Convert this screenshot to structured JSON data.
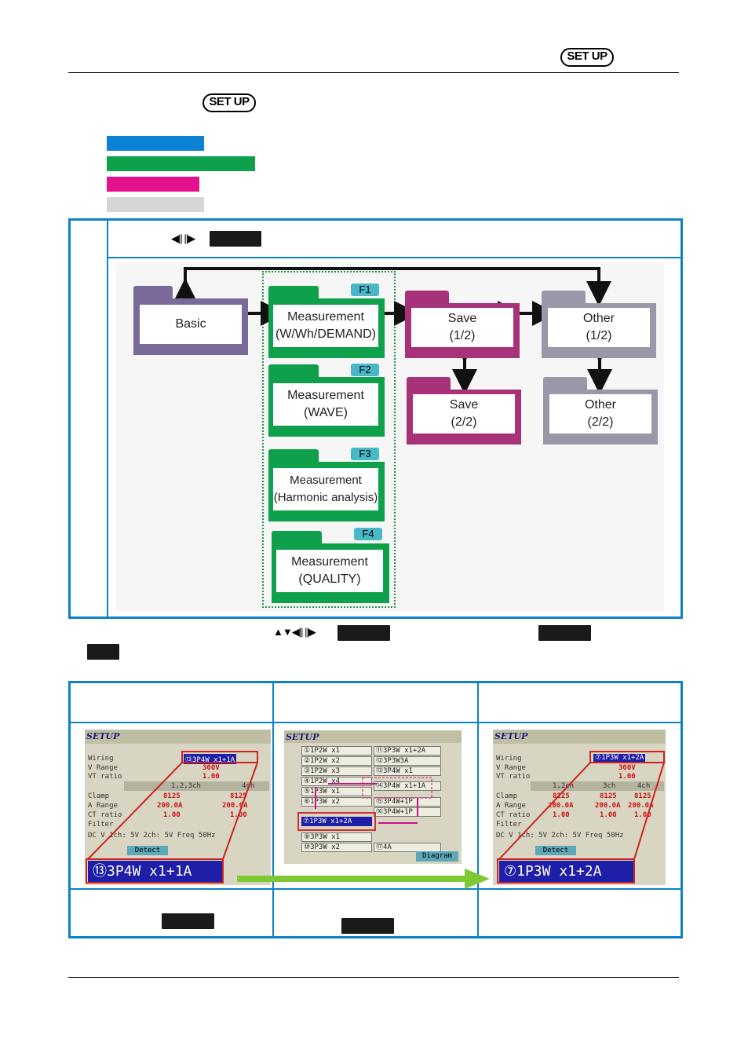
{
  "header": {
    "setup_key": "SET UP"
  },
  "intro": {
    "setup_key": "SET UP"
  },
  "flow": {
    "folders": {
      "basic": "Basic",
      "meas1": [
        "Measurement",
        "(W/Wh/DEMAND)"
      ],
      "meas2": [
        "Measurement",
        "(WAVE)"
      ],
      "meas3": [
        "Measurement",
        "(Harmonic analysis)"
      ],
      "meas4": [
        "Measurement",
        "(QUALITY)"
      ],
      "save1": [
        "Save",
        "(1/2)"
      ],
      "save2": [
        "Save",
        "(2/2)"
      ],
      "other1": [
        "Other",
        "(1/2)"
      ],
      "other2": [
        "Other",
        "(2/2)"
      ]
    },
    "ftags": [
      "F1",
      "F2",
      "F3",
      "F4"
    ]
  },
  "screens": {
    "title": "SETUP",
    "left": {
      "rows": [
        "Wiring",
        "V Range",
        "VT ratio",
        "Clamp",
        "A Range",
        "CT ratio",
        "Filter",
        "DC V"
      ],
      "wiring_value": "⑬3P4W x1+1A",
      "vrange": "300V",
      "vt": "1.00",
      "col1_head": "1,2,3ch",
      "col2_head": "4ch",
      "clamp": [
        "8125",
        "8125"
      ],
      "arange": [
        "200.0A",
        "200.0A"
      ],
      "ctratio": [
        "1.00",
        "1.00"
      ],
      "dcv_line": "DC V  1ch: 5V  2ch: 5V  Freq  50Hz",
      "detect": "Detect",
      "big": "⑬3P4W x1+1A"
    },
    "mid": {
      "left_items": [
        "①1P2W x1",
        "②1P2W x2",
        "③1P2W x3",
        "④1P2W x4",
        "⑤1P3W x1",
        "⑥1P3W x2"
      ],
      "selected": "⑦1P3W x1+2A",
      "bottom_items": [
        "⑨3P3W x1",
        "⑩3P3W x2"
      ],
      "right_items": [
        "⑪3P3W x1+2A",
        "⑫3P3W3A",
        "⑬3P4W x1",
        "⑭3P4W x1+1A",
        "⑮3P4W+1P",
        "⑯3P4W+1P",
        "⑰4A"
      ],
      "diagram": "Diagram"
    },
    "right": {
      "wiring_value": "⑦1P3W x1+2A",
      "vrange": "300V",
      "vt": "1.00",
      "col_heads": [
        "1,2ch",
        "3ch",
        "4ch"
      ],
      "clamp": [
        "8125",
        "8125",
        "8125"
      ],
      "arange": [
        "200.0A",
        "200.0A",
        "200.0A"
      ],
      "ctratio": [
        "1.00",
        "1.00",
        "1.00"
      ],
      "dcv_line": "DC V  1ch: 5V  2ch: 5V  Freq  50Hz",
      "detect": "Detect",
      "big": "⑦1P3W x1+2A"
    }
  },
  "colors": {
    "blue": "#0c82d4",
    "green": "#0ea04a",
    "magenta": "#e4108c",
    "gray": "#d6d6d6",
    "frame": "#0c82c8"
  }
}
